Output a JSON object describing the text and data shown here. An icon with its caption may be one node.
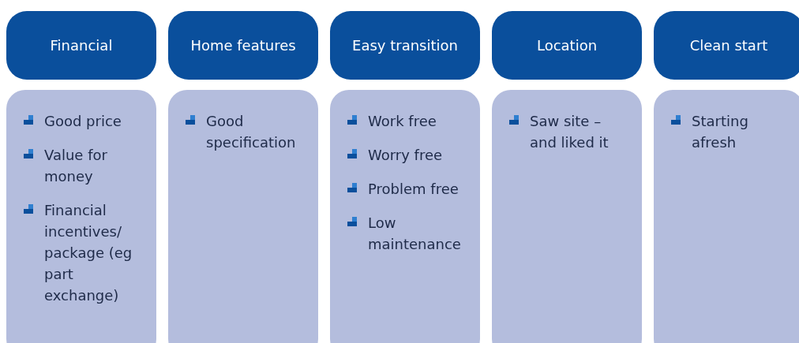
{
  "diagram": {
    "nodes": [
      {
        "text": [
          "Financial"
        ]
      },
      {
        "text": [
          "Home features"
        ]
      },
      {
        "text": [
          "Easy transition"
        ]
      },
      {
        "text": [
          "Location"
        ]
      },
      {
        "text": [
          "Clean start"
        ]
      },
      {
        "text": [
          "Good price",
          "Value for money",
          "Financial incentives/ package (eg part exchange)"
        ]
      },
      {
        "text": [
          "Good specification"
        ]
      },
      {
        "text": [
          "Work free",
          "Worry free",
          "Problem free",
          "Low maintenance"
        ]
      },
      {
        "text": [
          "Saw site – and liked it"
        ]
      },
      {
        "text": [
          "Starting afresh"
        ]
      }
    ]
  }
}
